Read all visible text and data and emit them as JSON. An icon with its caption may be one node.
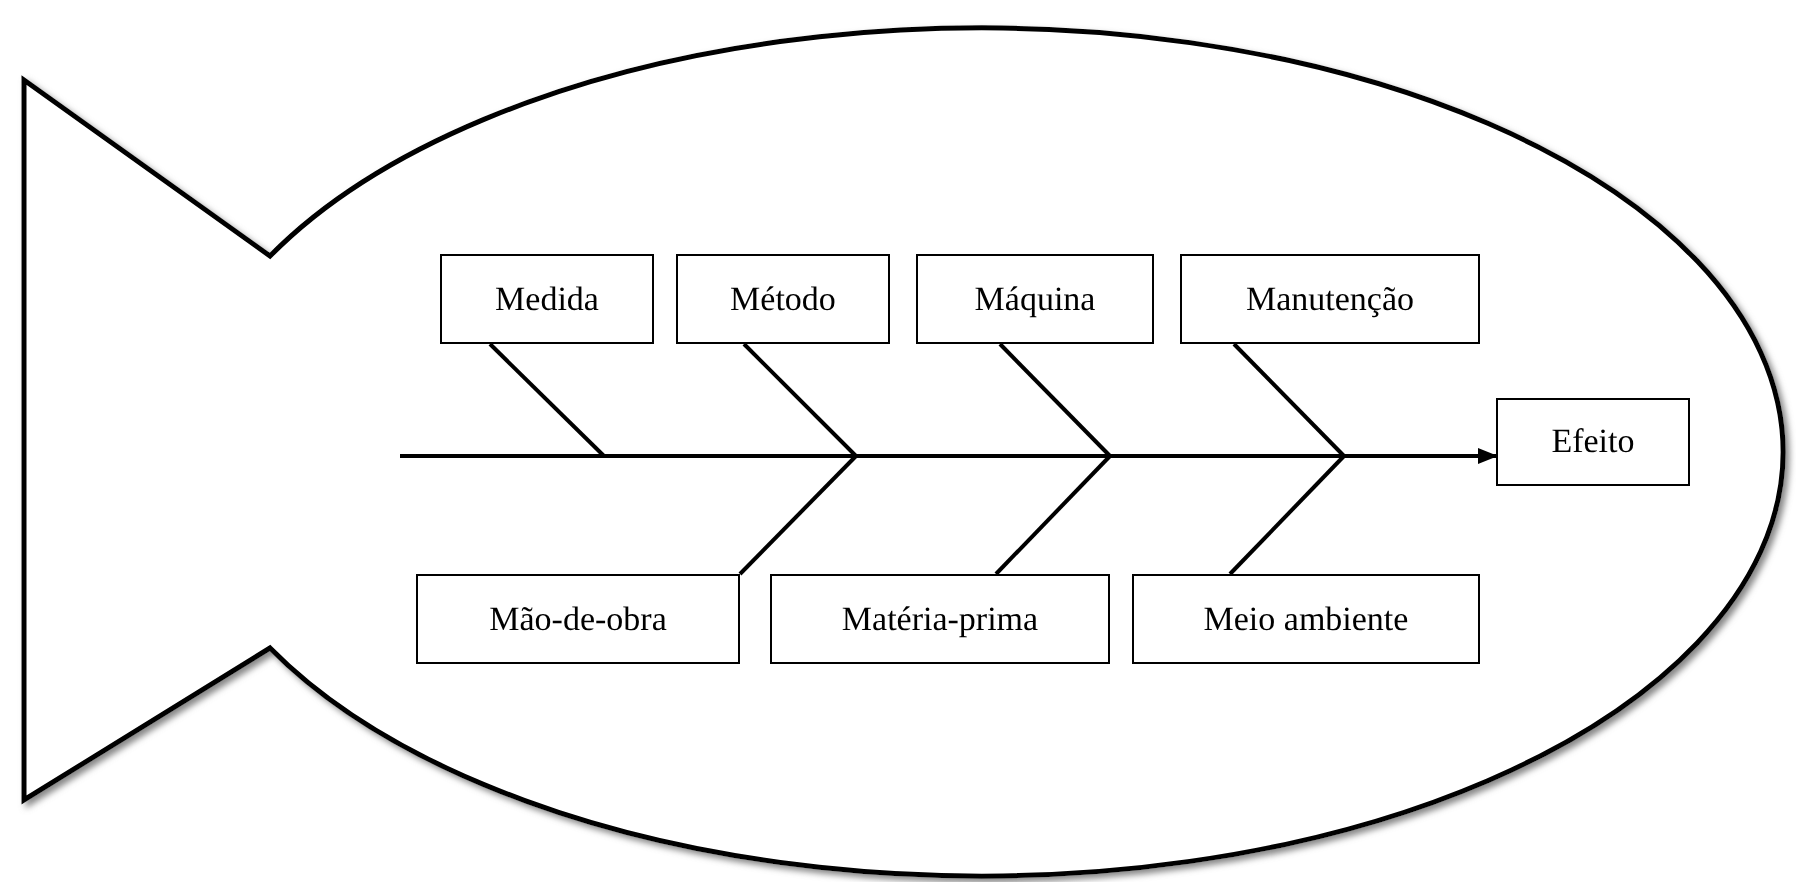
{
  "diagram": {
    "nodes": [
      {
        "text": [
          "Medida"
        ]
      },
      {
        "text": [
          "Método"
        ]
      },
      {
        "text": [
          "Máquina"
        ]
      },
      {
        "text": [
          "Manutenção"
        ]
      },
      {
        "text": [
          "Mão-de-obra"
        ]
      },
      {
        "text": [
          "Matéria-prima"
        ]
      },
      {
        "text": [
          "Meio ambiente"
        ]
      },
      {
        "text": [
          "Efeito"
        ]
      }
    ],
    "edges": [
      {
        "from": null,
        "to": 7,
        "arrow": "to"
      },
      {
        "from": 0,
        "to": null,
        "arrow": "none"
      },
      {
        "from": 1,
        "to": null,
        "arrow": "none"
      },
      {
        "from": 2,
        "to": null,
        "arrow": "none"
      },
      {
        "from": 3,
        "to": null,
        "arrow": "none"
      },
      {
        "from": 4,
        "to": null,
        "arrow": "none"
      },
      {
        "from": 5,
        "to": null,
        "arrow": "none"
      },
      {
        "from": 6,
        "to": null,
        "arrow": "none"
      }
    ]
  }
}
